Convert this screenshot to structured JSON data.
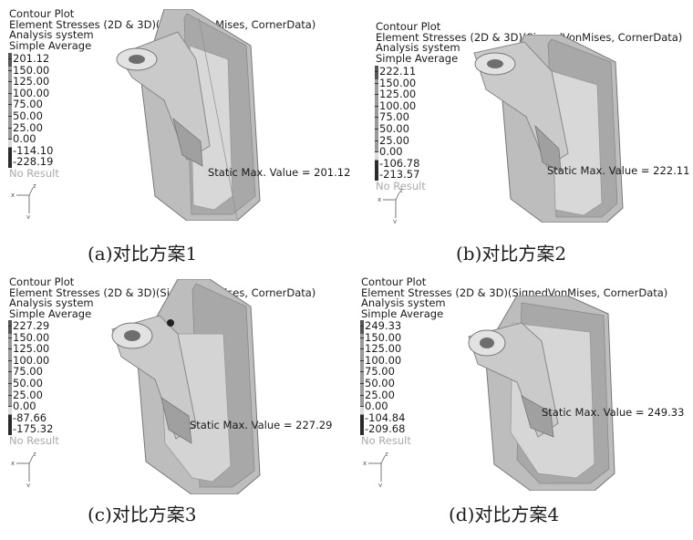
{
  "panels": [
    {
      "id": "a",
      "header": [
        "Contour Plot",
        "Element Stresses (2D & 3D)(SignedVonMises, CornerData)",
        "Analysis system",
        "Simple Average"
      ],
      "legend": [
        "201.12",
        "150.00",
        "125.00",
        "100.00",
        "75.00",
        "50.00",
        "25.00",
        "0.00",
        "-114.10",
        "-228.19"
      ],
      "no_result": "No Result",
      "max_label": "Static Max. Value =  201.12",
      "caption": "(a)对比方案1"
    },
    {
      "id": "b",
      "header": [
        "Contour Plot",
        "Element Stresses (2D & 3D)(SignedVonMises, CornerData)",
        "Analysis system",
        "Simple Average"
      ],
      "legend": [
        "222.11",
        "150.00",
        "125.00",
        "100.00",
        "75.00",
        "50.00",
        "25.00",
        "0.00",
        "-106.78",
        "-213.57"
      ],
      "no_result": "No Result",
      "max_label": "Static Max. Value =  222.11",
      "caption": "(b)对比方案2"
    },
    {
      "id": "c",
      "header": [
        "Contour Plot",
        "Element Stresses (2D & 3D)(SignedVonMises, CornerData)",
        "Analysis system",
        "Simple Average"
      ],
      "legend": [
        "227.29",
        "150.00",
        "125.00",
        "100.00",
        "75.00",
        "50.00",
        "25.00",
        "0.00",
        "-87.66",
        "-175.32"
      ],
      "no_result": "No Result",
      "max_label": "Static Max. Value =  227.29",
      "caption": "(c)对比方案3"
    },
    {
      "id": "d",
      "header": [
        "Contour Plot",
        "Element Stresses (2D & 3D)(SignedVonMises, CornerData)",
        "Analysis system",
        "Simple Average"
      ],
      "legend": [
        "249.33",
        "150.00",
        "125.00",
        "100.00",
        "75.00",
        "50.00",
        "25.00",
        "0.00",
        "-104.84",
        "-209.68"
      ],
      "no_result": "No Result",
      "max_label": "Static Max. Value =  249.33",
      "caption": "(d)对比方案4"
    }
  ],
  "legend_colors": [
    "#4a4a4a",
    "#8c8c8c",
    "#a3a3a3",
    "#b4b4b4",
    "#c2c2c2",
    "#cfcfcf",
    "#dadada",
    "#e2e2e2",
    "#3a3a3a",
    "#1e1e1e"
  ],
  "axis_labels": {
    "x": "x",
    "y": "y",
    "z": "z"
  }
}
